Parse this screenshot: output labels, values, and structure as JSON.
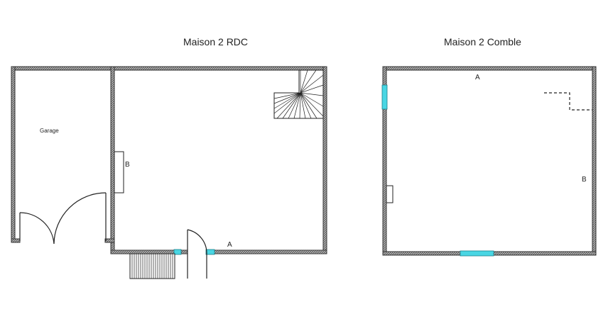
{
  "rdc": {
    "title": "Maison 2 RDC",
    "garage_label": "Garage",
    "label_a": "A",
    "label_b": "B"
  },
  "comble": {
    "title": "Maison 2 Comble",
    "label_a": "A",
    "label_b": "B"
  },
  "colors": {
    "wall_dark": "#333333",
    "wall_light": "#9a9a9a",
    "opening": "#49d6e3",
    "background": "#ffffff"
  }
}
